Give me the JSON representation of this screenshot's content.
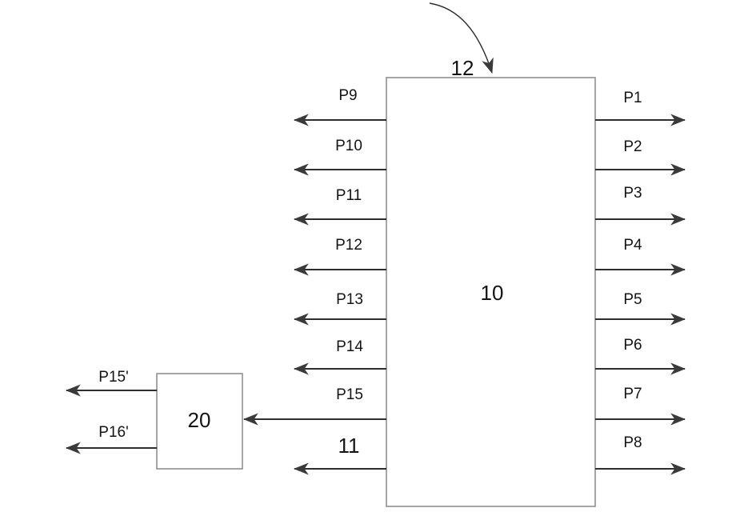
{
  "diagram": {
    "main_block_label": "10",
    "sub_block_label": "20",
    "top_pointer_label": "12",
    "bus_label": "11",
    "right_ports": [
      "P1",
      "P2",
      "P3",
      "P4",
      "P5",
      "P6",
      "P7",
      "P8"
    ],
    "left_ports": [
      "P9",
      "P10",
      "P11",
      "P12",
      "P13",
      "P14",
      "P15"
    ],
    "sub_block_ports": [
      "P15'",
      "P16'"
    ],
    "colors": {
      "line": "#2e2e2e",
      "box_border": "#8f8f8f",
      "arrowhead": "#3a3a3a",
      "text": "#141414",
      "background": "#ffffff"
    }
  }
}
